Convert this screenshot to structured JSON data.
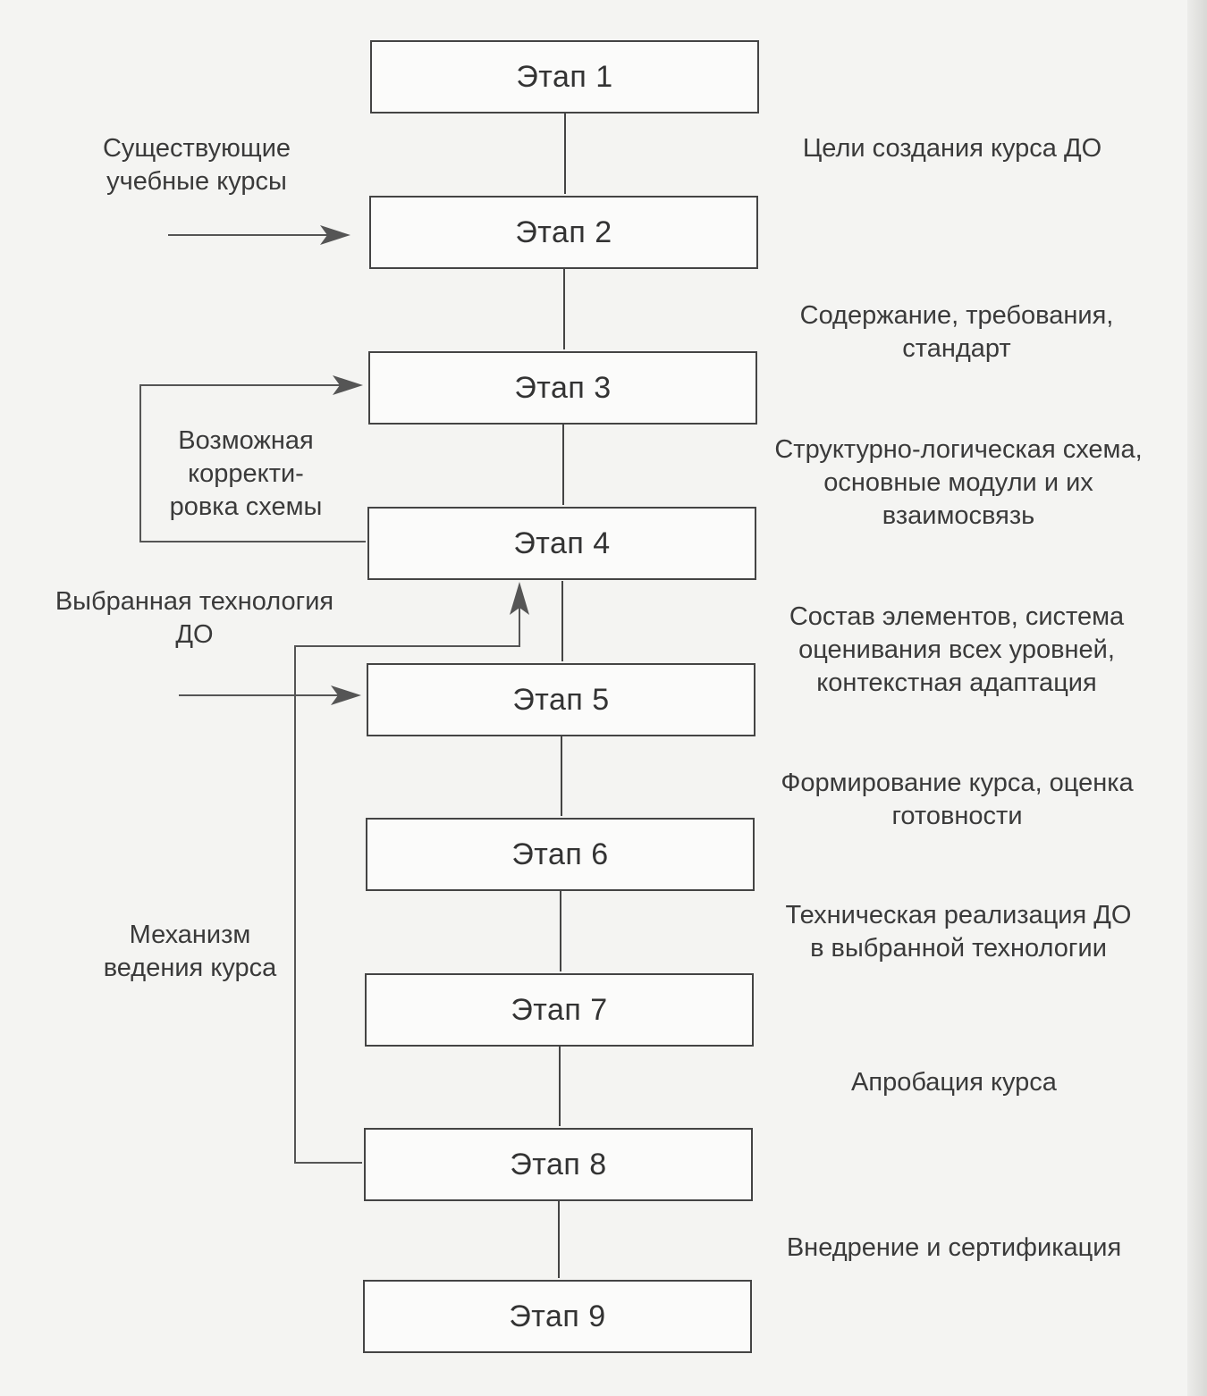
{
  "stages": [
    "Этап 1",
    "Этап 2",
    "Этап 3",
    "Этап 4",
    "Этап 5",
    "Этап 6",
    "Этап 7",
    "Этап 8",
    "Этап 9"
  ],
  "results": [
    [
      "Цели создания курса ДО"
    ],
    [
      "Содержание, требования,",
      "стандарт"
    ],
    [
      "Структурно-логическая схема,",
      "основные модули и их",
      "взаимосвязь"
    ],
    [
      "Состав элементов, система",
      "оценивания всех уровней,",
      "контекстная адаптация"
    ],
    [
      "Формирование курса, оценка",
      "готовности"
    ],
    [
      "Техническая реализация ДО",
      "в выбранной технологии"
    ],
    [
      "Апробация курса"
    ],
    [
      "Внедрение и сертификация"
    ]
  ],
  "inputs": {
    "existing_courses": [
      "Существующие",
      "учебные курсы"
    ],
    "possible_correction": [
      "Возможная",
      "корректи-",
      "ровка схемы"
    ],
    "chosen_technology": [
      "Выбранная технология",
      "ДО"
    ],
    "course_mechanism": [
      "Механизм",
      "ведения курса"
    ]
  },
  "colors": {
    "line": "#444444",
    "arrow": "#555555",
    "paper": "#f4f4f2"
  }
}
